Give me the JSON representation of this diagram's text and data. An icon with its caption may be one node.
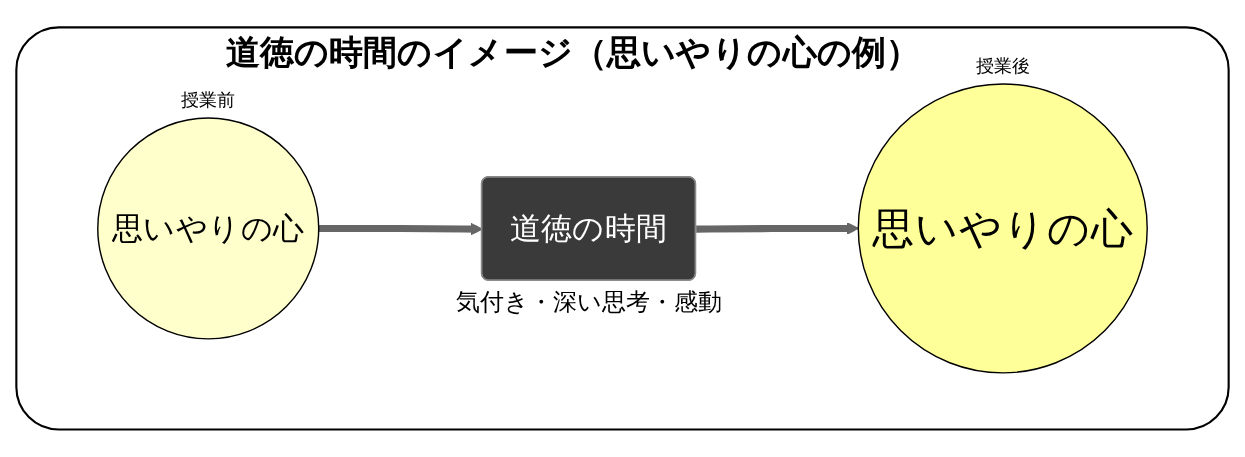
{
  "diagram": {
    "nodes": [
      {
        "text": [
          "道徳の時間のイメージ（思いやりの心の例）"
        ]
      },
      {
        "text": [
          "思いやりの心"
        ],
        "beside": [
          "授業前"
        ],
        "in": 0
      },
      {
        "text": [
          "道徳の時間"
        ],
        "beside": [
          "気付き・深い思考・感動"
        ],
        "in": 0
      },
      {
        "text": [
          "思いやりの心"
        ],
        "beside": [
          "授業後"
        ],
        "in": 0
      }
    ],
    "edges": [
      {
        "from": 1,
        "to": 2,
        "arrow": "to"
      },
      {
        "from": 2,
        "to": 3,
        "arrow": "to"
      }
    ]
  }
}
